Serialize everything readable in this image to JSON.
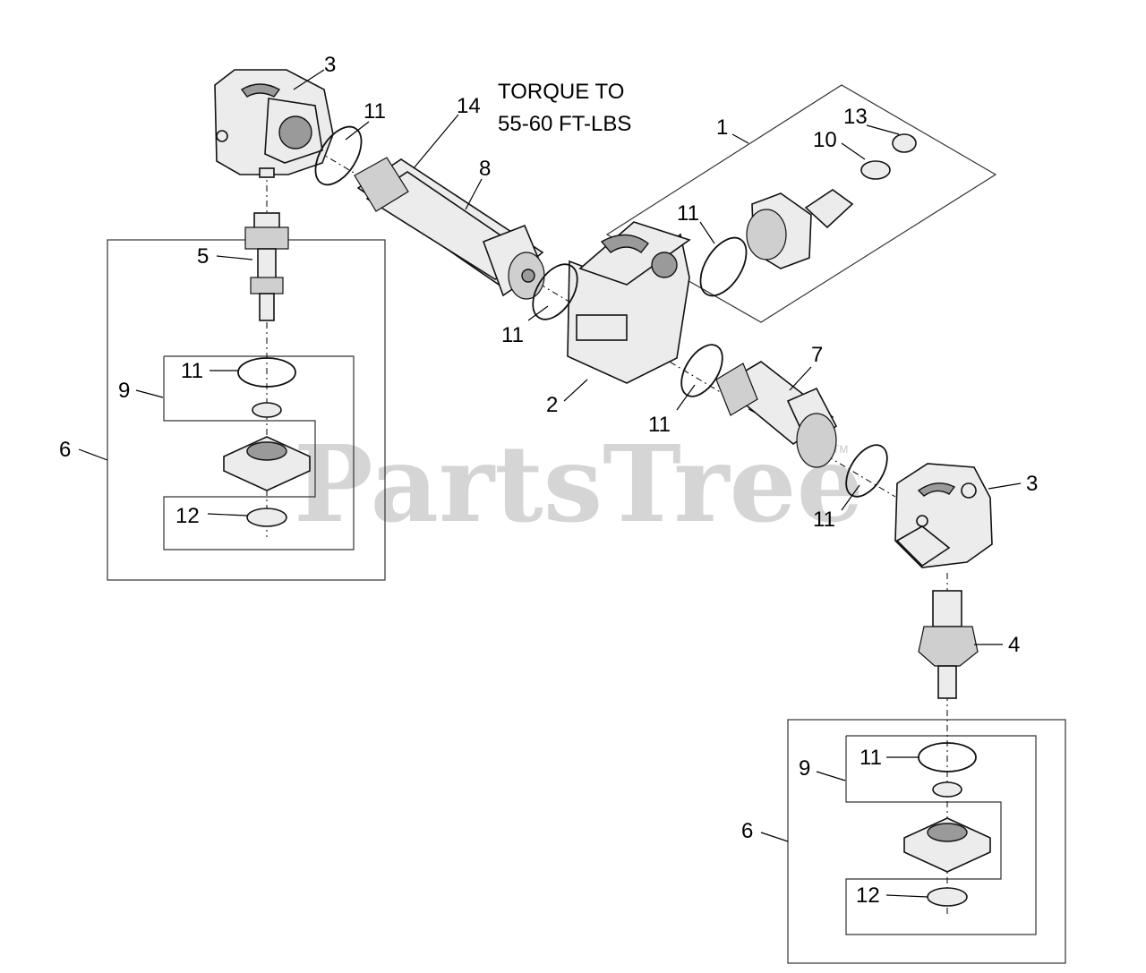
{
  "watermark": {
    "brand": "PartsTree",
    "trademark": "TM"
  },
  "note": {
    "line1": "TORQUE TO",
    "line2": "55-60 FT-LBS"
  },
  "callouts": {
    "part_1": "1",
    "part_2": "2",
    "part_3_top": "3",
    "part_3_right": "3",
    "part_4": "4",
    "part_5": "5",
    "part_6_left": "6",
    "part_6_right": "6",
    "part_7": "7",
    "part_8": "8",
    "part_9_left": "9",
    "part_9_right": "9",
    "part_10": "10",
    "part_11_a": "11",
    "part_11_b": "11",
    "part_11_c": "11",
    "part_11_d": "11",
    "part_11_e": "11",
    "part_11_f": "11",
    "part_11_g": "11",
    "part_12_left": "12",
    "part_12_right": "12",
    "part_13": "13",
    "part_14": "14"
  }
}
